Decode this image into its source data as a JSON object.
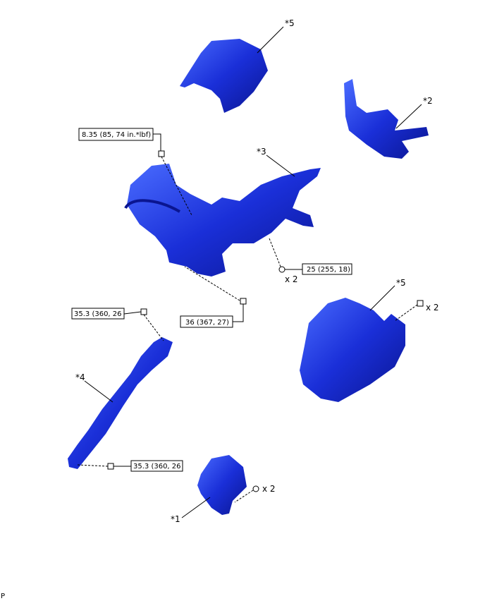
{
  "diagram": {
    "part_colors": {
      "part": "#1a2fd8",
      "highlight": "#4a6cff",
      "shadow": "#0a1590"
    },
    "callouts": [
      {
        "id": "cover-upper",
        "label": "*5"
      },
      {
        "id": "switch",
        "label": "*2"
      },
      {
        "id": "column",
        "label": "*3"
      },
      {
        "id": "shaft",
        "label": "*4"
      },
      {
        "id": "cover-lower",
        "label": "*5"
      },
      {
        "id": "boot",
        "label": "*1"
      }
    ],
    "torques": [
      {
        "id": "t1",
        "text": "8.35 (85, 74 in.*lbf)"
      },
      {
        "id": "t2",
        "text": "25 (255, 18)"
      },
      {
        "id": "t3",
        "text": "36 (367, 27)"
      },
      {
        "id": "t4",
        "text": "35.3 (360, 26"
      },
      {
        "id": "t5",
        "text": "35.3 (360, 26"
      }
    ],
    "quantities": [
      "x 2",
      "x 2",
      "x 2"
    ],
    "footer_mark": "P"
  }
}
